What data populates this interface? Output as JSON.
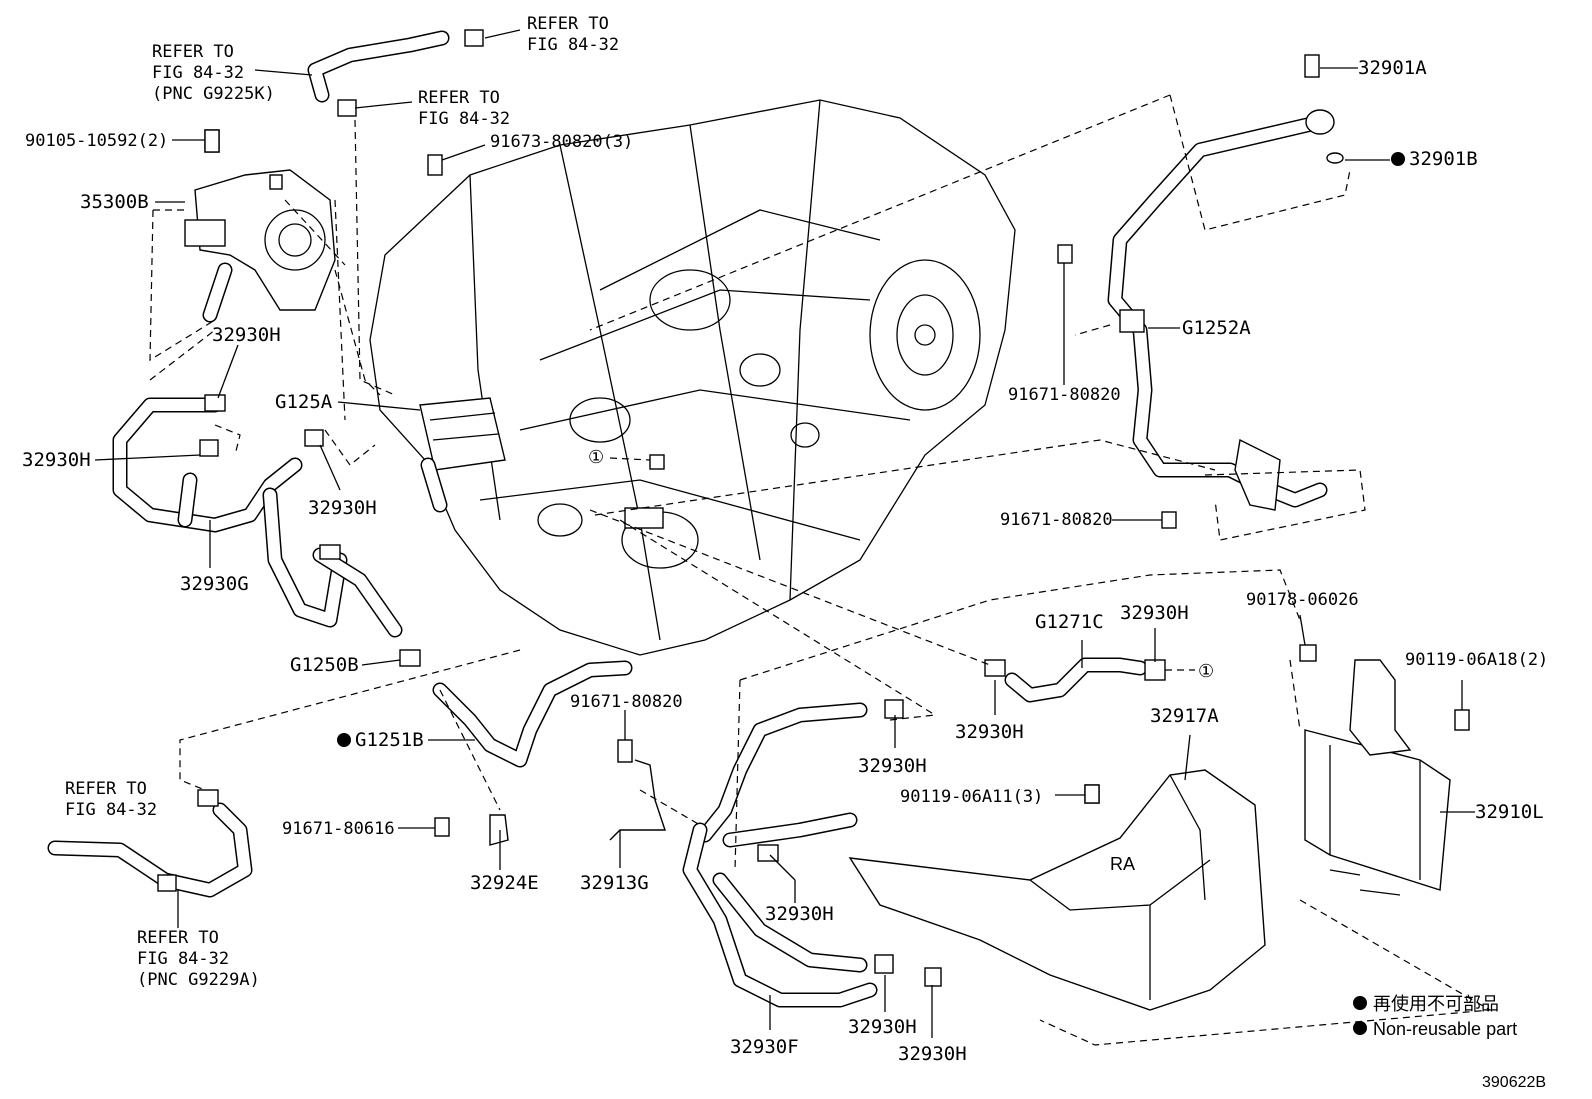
{
  "diagram": {
    "refer_to": "REFER TO",
    "fig_ref": "FIG 84-32",
    "pnc_top": "(PNC G9225K)",
    "pnc_bottom": "(PNC G9229A)",
    "circle_one": "①",
    "labels": {
      "p32901A": "32901A",
      "p32901B": "32901B",
      "p90105": "90105-10592(2)",
      "p91673": "91673-80820(3)",
      "p35300B": "35300B",
      "p32930H": "32930H",
      "pG125A": "G125A",
      "pG1252A": "G1252A",
      "p91671_80820": "91671-80820",
      "p32930G": "32930G",
      "pG1250B": "G1250B",
      "pG1271C": "G1271C",
      "p90178": "90178-06026",
      "p90119_A18": "90119-06A18(2)",
      "p32917A": "32917A",
      "pG1251B": "G1251B",
      "p90119_A11": "90119-06A11(3)",
      "p32910L": "32910L",
      "p91671_80616": "91671-80616",
      "p32924E": "32924E",
      "p32913G": "32913G",
      "p32930F": "32930F"
    },
    "legend": {
      "jp": "再使用不可部品",
      "en": "Non-reusable part"
    },
    "figure_id": "390622B"
  }
}
